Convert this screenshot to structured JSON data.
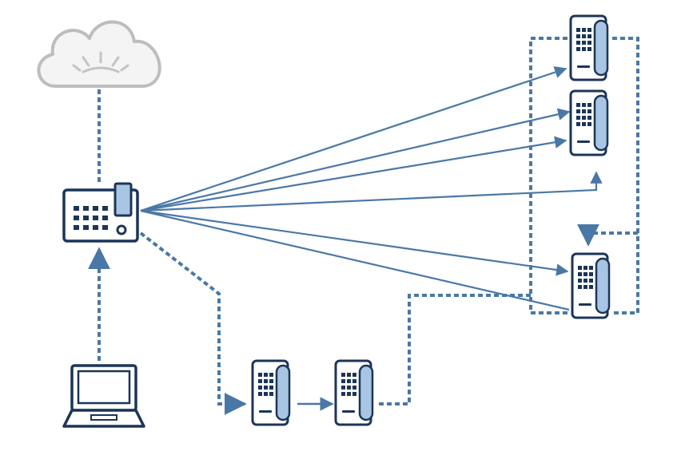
{
  "colors": {
    "navy": "#1c3557",
    "blue": "#4a78a6",
    "light_blue": "#a8c6e4",
    "cloud_fill": "#f4f4f4",
    "cloud_stroke": "#bdbdbd",
    "background": "#ffffff"
  },
  "icons": {
    "cloud": "cloud-icon",
    "pbx": "pbx-phone-icon",
    "laptop": "laptop-icon",
    "desk_phone": "desk-phone-icon"
  },
  "nodes": [
    {
      "id": "cloud",
      "kind": "cloud"
    },
    {
      "id": "pbx",
      "kind": "pbx"
    },
    {
      "id": "laptop",
      "kind": "laptop"
    },
    {
      "id": "phone-top-1",
      "kind": "desk-phone"
    },
    {
      "id": "phone-top-2",
      "kind": "desk-phone"
    },
    {
      "id": "phone-bottom-right",
      "kind": "desk-phone"
    },
    {
      "id": "phone-chain-1",
      "kind": "desk-phone"
    },
    {
      "id": "phone-chain-2",
      "kind": "desk-phone"
    }
  ],
  "edges": [
    {
      "from": "cloud",
      "to": "pbx",
      "style": "dashed"
    },
    {
      "from": "laptop",
      "to": "pbx",
      "style": "dashed",
      "arrow": true
    },
    {
      "from": "pbx",
      "to": "phone-top-1",
      "style": "solid",
      "arrow": true
    },
    {
      "from": "pbx",
      "to": "phone-top-2",
      "style": "solid",
      "arrow": true
    },
    {
      "from": "pbx",
      "to": "phone-top-2",
      "style": "solid",
      "arrow": true
    },
    {
      "from": "pbx",
      "to": "phone-top-2",
      "style": "solid",
      "arrow": true
    },
    {
      "from": "pbx",
      "to": "phone-bottom-right",
      "style": "solid",
      "arrow": true
    },
    {
      "from": "pbx",
      "to": "phone-bottom-right",
      "style": "solid"
    },
    {
      "from": "pbx",
      "to": "phone-chain-1",
      "style": "dashed",
      "arrow": true
    },
    {
      "from": "phone-chain-1",
      "to": "phone-chain-2",
      "style": "solid",
      "arrow": true
    },
    {
      "from": "phone-chain-2",
      "to": "phone-bottom-right",
      "style": "dashed"
    },
    {
      "from": "phone-top-1",
      "to": "phone-bottom-right",
      "style": "dashed",
      "arrow": true
    }
  ]
}
